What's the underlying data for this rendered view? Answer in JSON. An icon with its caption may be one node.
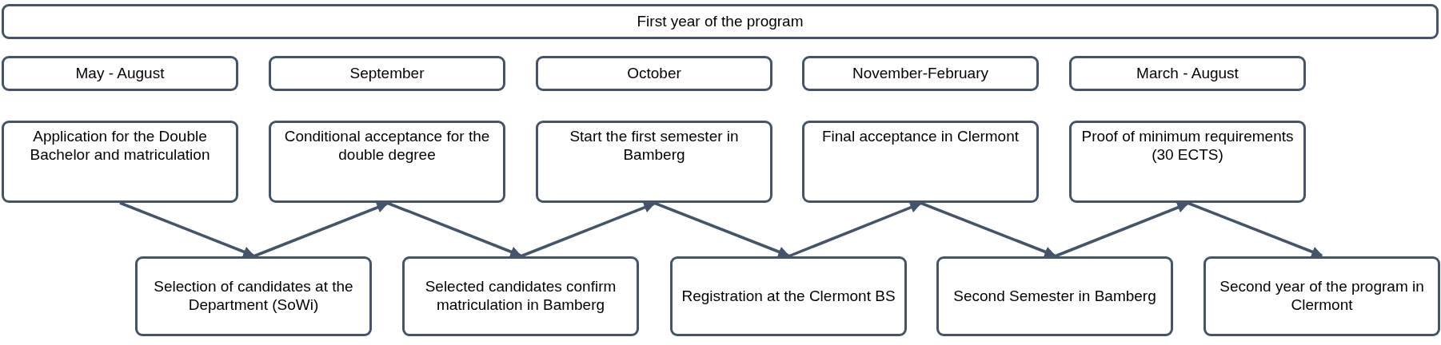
{
  "diagram": {
    "nodes": [
      {
        "text": [
          "First year of the program"
        ]
      },
      {
        "text": [
          "May - August"
        ]
      },
      {
        "text": [
          "September"
        ]
      },
      {
        "text": [
          "October"
        ]
      },
      {
        "text": [
          "November-February"
        ]
      },
      {
        "text": [
          "March - August"
        ]
      },
      {
        "text": [
          "Application for the Double Bachelor and matriculation"
        ]
      },
      {
        "text": [
          "Conditional acceptance for the double degree"
        ]
      },
      {
        "text": [
          "Start the first semester in Bamberg"
        ]
      },
      {
        "text": [
          "Final acceptance in Clermont"
        ]
      },
      {
        "text": [
          "Proof of minimum requirements (30 ECTS)"
        ]
      },
      {
        "text": [
          "Selection of candidates at the Department (SoWi)"
        ]
      },
      {
        "text": [
          "Selected candidates confirm matriculation in Bamberg"
        ]
      },
      {
        "text": [
          "Registration at the Clermont BS"
        ]
      },
      {
        "text": [
          "Second Semester in Bamberg"
        ]
      },
      {
        "text": [
          "Second year of the program in Clermont"
        ]
      }
    ],
    "edges": [
      {
        "from": 6,
        "to": 11,
        "arrow": "to"
      },
      {
        "from": 11,
        "to": 7,
        "arrow": "to"
      },
      {
        "from": 7,
        "to": 12,
        "arrow": "to"
      },
      {
        "from": 12,
        "to": 8,
        "arrow": "to"
      },
      {
        "from": 8,
        "to": 13,
        "arrow": "to"
      },
      {
        "from": 13,
        "to": 9,
        "arrow": "to"
      },
      {
        "from": 9,
        "to": 14,
        "arrow": "to"
      },
      {
        "from": 14,
        "to": 10,
        "arrow": "to"
      },
      {
        "from": 10,
        "to": 15,
        "arrow": "to"
      }
    ]
  }
}
